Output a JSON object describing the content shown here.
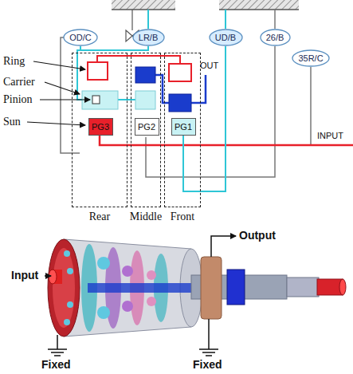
{
  "diagram": {
    "nodes": [
      {
        "text": [
          "OD/C"
        ]
      },
      {
        "text": [
          "LR/B"
        ]
      },
      {
        "text": [
          "UD/B"
        ]
      },
      {
        "text": [
          "26/B"
        ]
      },
      {
        "text": [
          "35R/C"
        ]
      },
      {
        "text": [
          "Rear"
        ]
      },
      {
        "text": [
          "PG3"
        ],
        "in": 5
      },
      {
        "text": [
          "Middle"
        ]
      },
      {
        "text": [
          "PG2"
        ],
        "in": 7
      },
      {
        "text": [
          "Front"
        ]
      },
      {
        "text": [
          "PG1"
        ],
        "in": 9
      }
    ],
    "edges": [
      {
        "from": 2,
        "to": 10,
        "arrow": "none"
      }
    ],
    "labels": [
      "Ring",
      "Carrier",
      "Pinion",
      "Sun",
      "OUT",
      "INPUT",
      "Input",
      "Output",
      "Fixed",
      "Fixed"
    ]
  }
}
